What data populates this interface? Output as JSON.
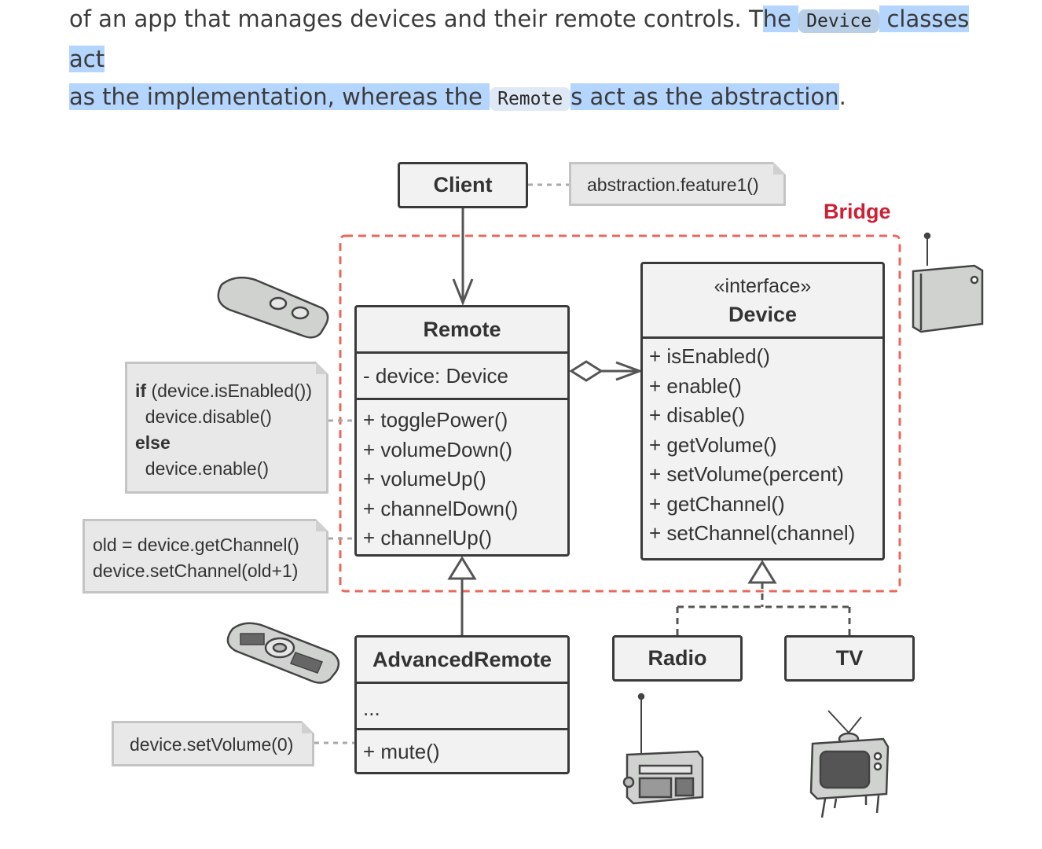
{
  "intro": {
    "line1_a": "of an app that manages devices and their remote controls. T",
    "line1_b": "he ",
    "code1": "Device",
    "line1_c": " classes act",
    "line2_a": "as the implementation, whereas the ",
    "code2": "Remote",
    "line2_b": "s act as the abstraction",
    "line2_c": "."
  },
  "diagram": {
    "client": "Client",
    "client_note": "abstraction.feature1()",
    "bridge_label": "Bridge",
    "remote": {
      "name": "Remote",
      "field": "- device: Device",
      "methods": [
        "+ togglePower()",
        "+ volumeDown()",
        "+ volumeUp()",
        "+ channelDown()",
        "+ channelUp()"
      ]
    },
    "device": {
      "stereotype": "«interface»",
      "name": "Device",
      "methods": [
        "+ isEnabled()",
        "+ enable()",
        "+ disable()",
        "+ getVolume()",
        "+ setVolume(percent)",
        "+ getChannel()",
        "+ setChannel(channel)"
      ]
    },
    "advanced_remote": {
      "name": "AdvancedRemote",
      "field": "...",
      "method": "+ mute()"
    },
    "radio": "Radio",
    "tv": "TV",
    "note_toggle": {
      "l1_kw": "if",
      "l1": " (device.isEnabled())",
      "l2": "  device.disable()",
      "l3_kw": "else",
      "l4": "  device.enable()"
    },
    "note_channel": {
      "l1": "old = device.getChannel()",
      "l2": "device.setChannel(old+1)"
    },
    "note_mute": "device.setVolume(0)",
    "colors": {
      "bridge": "#cf1f35",
      "box_fill": "#f2f2f2",
      "note_fill": "#e8e8e8",
      "highlight": "#b4d5fe"
    }
  }
}
